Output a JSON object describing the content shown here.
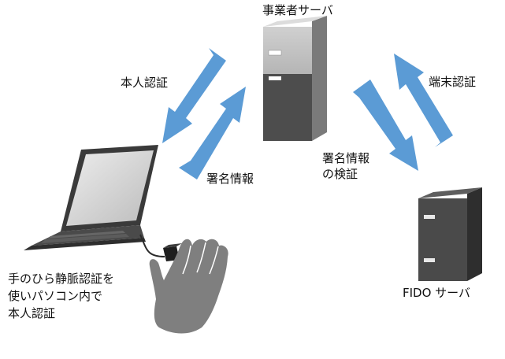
{
  "labels": {
    "business_server": "事業者サーバ",
    "auth_left": "本人認証",
    "signature_info": "署名情報",
    "terminal_auth": "端末認証",
    "signature_verify_line1": "署名情報",
    "signature_verify_line2": "の検証",
    "fido_server": "FIDO サーバ",
    "palm_line1": "手のひら静脈認証を",
    "palm_line2": "使いパソコン内で",
    "palm_line3": "本人認証"
  },
  "colors": {
    "arrow_blue": "#5b9bd5",
    "server_light": "#c9c9c9",
    "server_dark": "#4d4d4d",
    "laptop_dark": "#3a3a3a",
    "hand_gray": "#7f7f7f",
    "text": "#111111"
  }
}
